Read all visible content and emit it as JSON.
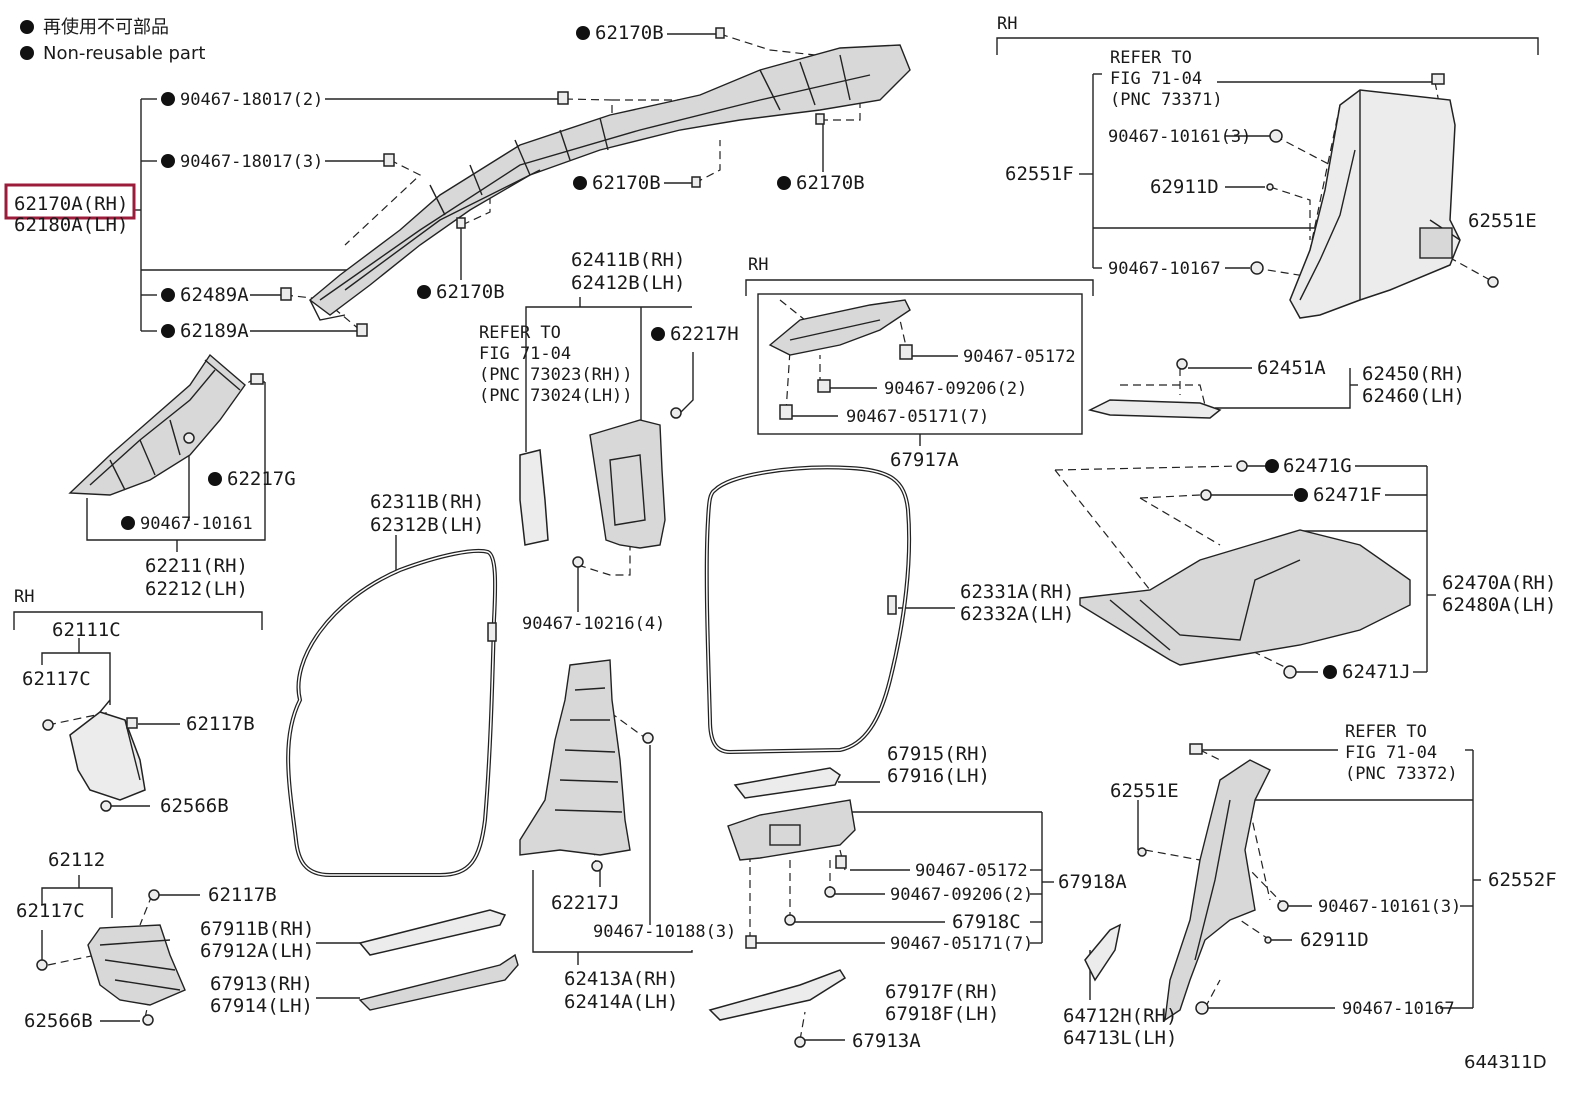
{
  "legend": {
    "jp": "再使用不可部品",
    "en": "Non-reusable part"
  },
  "figure_id": "644311D",
  "side_tags": [
    "RH",
    "RH",
    "RH"
  ],
  "refer": [
    {
      "line1": "REFER TO",
      "line2": "FIG 71-04",
      "line3": "(PNC 73371)"
    },
    {
      "line1": "REFER TO",
      "line2": "FIG 71-04",
      "line3": "(PNC 73023(RH))",
      "line4": "(PNC 73024(LH))"
    },
    {
      "line1": "REFER TO",
      "line2": "FIG 71-04",
      "line3": "(PNC 73372)"
    }
  ],
  "highlight_label": "62170A(RH)",
  "labels": [
    {
      "id": "l1",
      "text": "62180A(LH)"
    },
    {
      "id": "l2",
      "text": "90467-18017(2)"
    },
    {
      "id": "l3",
      "text": "90467-18017(3)"
    },
    {
      "id": "l4",
      "text": "62489A"
    },
    {
      "id": "l5",
      "text": "62189A"
    },
    {
      "id": "l6",
      "text": "62170B"
    },
    {
      "id": "l7",
      "text": "62170B"
    },
    {
      "id": "l8",
      "text": "62170B"
    },
    {
      "id": "l9",
      "text": "62170B"
    },
    {
      "id": "l10",
      "text": "62217G"
    },
    {
      "id": "l11",
      "text": "90467-10161"
    },
    {
      "id": "l12",
      "text": "62211(RH)"
    },
    {
      "id": "l13",
      "text": "62212(LH)"
    },
    {
      "id": "l14",
      "text": "62111C"
    },
    {
      "id": "l15",
      "text": "62117C"
    },
    {
      "id": "l16",
      "text": "62117B"
    },
    {
      "id": "l17",
      "text": "62566B"
    },
    {
      "id": "l18",
      "text": "62112"
    },
    {
      "id": "l19",
      "text": "62117C"
    },
    {
      "id": "l20",
      "text": "62117B"
    },
    {
      "id": "l21",
      "text": "62566B"
    },
    {
      "id": "l22",
      "text": "62311B(RH)"
    },
    {
      "id": "l23",
      "text": "62312B(LH)"
    },
    {
      "id": "l24",
      "text": "62411B(RH)"
    },
    {
      "id": "l25",
      "text": "62412B(LH)"
    },
    {
      "id": "l26",
      "text": "62217H"
    },
    {
      "id": "l27",
      "text": "90467-10216(4)"
    },
    {
      "id": "l28",
      "text": "62217J"
    },
    {
      "id": "l29",
      "text": "90467-10188(3)"
    },
    {
      "id": "l30",
      "text": "62413A(RH)"
    },
    {
      "id": "l31",
      "text": "62414A(LH)"
    },
    {
      "id": "l32",
      "text": "67911B(RH)"
    },
    {
      "id": "l33",
      "text": "67912A(LH)"
    },
    {
      "id": "l34",
      "text": "67913(RH)"
    },
    {
      "id": "l35",
      "text": "67914(LH)"
    },
    {
      "id": "l36",
      "text": "90467-05172"
    },
    {
      "id": "l37",
      "text": "90467-09206(2)"
    },
    {
      "id": "l38",
      "text": "90467-05171(7)"
    },
    {
      "id": "l39",
      "text": "67917A"
    },
    {
      "id": "l40",
      "text": "62331A(RH)"
    },
    {
      "id": "l41",
      "text": "62332A(LH)"
    },
    {
      "id": "l42",
      "text": "67915(RH)"
    },
    {
      "id": "l43",
      "text": "67916(LH)"
    },
    {
      "id": "l44",
      "text": "90467-05172"
    },
    {
      "id": "l45",
      "text": "90467-09206(2)"
    },
    {
      "id": "l46",
      "text": "67918C"
    },
    {
      "id": "l47",
      "text": "90467-05171(7)"
    },
    {
      "id": "l48",
      "text": "67918A"
    },
    {
      "id": "l49",
      "text": "67917F(RH)"
    },
    {
      "id": "l50",
      "text": "67918F(LH)"
    },
    {
      "id": "l51",
      "text": "67913A"
    },
    {
      "id": "l52",
      "text": "62551F"
    },
    {
      "id": "l53",
      "text": "90467-10161(3)"
    },
    {
      "id": "l54",
      "text": "62911D"
    },
    {
      "id": "l55",
      "text": "62551E"
    },
    {
      "id": "l56",
      "text": "90467-10167"
    },
    {
      "id": "l57",
      "text": "62451A"
    },
    {
      "id": "l58",
      "text": "62450(RH)"
    },
    {
      "id": "l59",
      "text": "62460(LH)"
    },
    {
      "id": "l60",
      "text": "62471G"
    },
    {
      "id": "l61",
      "text": "62471F"
    },
    {
      "id": "l62",
      "text": "62470A(RH)"
    },
    {
      "id": "l63",
      "text": "62480A(LH)"
    },
    {
      "id": "l64",
      "text": "62471J"
    },
    {
      "id": "l65",
      "text": "62551E"
    },
    {
      "id": "l66",
      "text": "62552F"
    },
    {
      "id": "l67",
      "text": "90467-10161(3)"
    },
    {
      "id": "l68",
      "text": "62911D"
    },
    {
      "id": "l69",
      "text": "64712H(RH)"
    },
    {
      "id": "l70",
      "text": "64713L(LH)"
    },
    {
      "id": "l71",
      "text": "90467-10167"
    }
  ]
}
